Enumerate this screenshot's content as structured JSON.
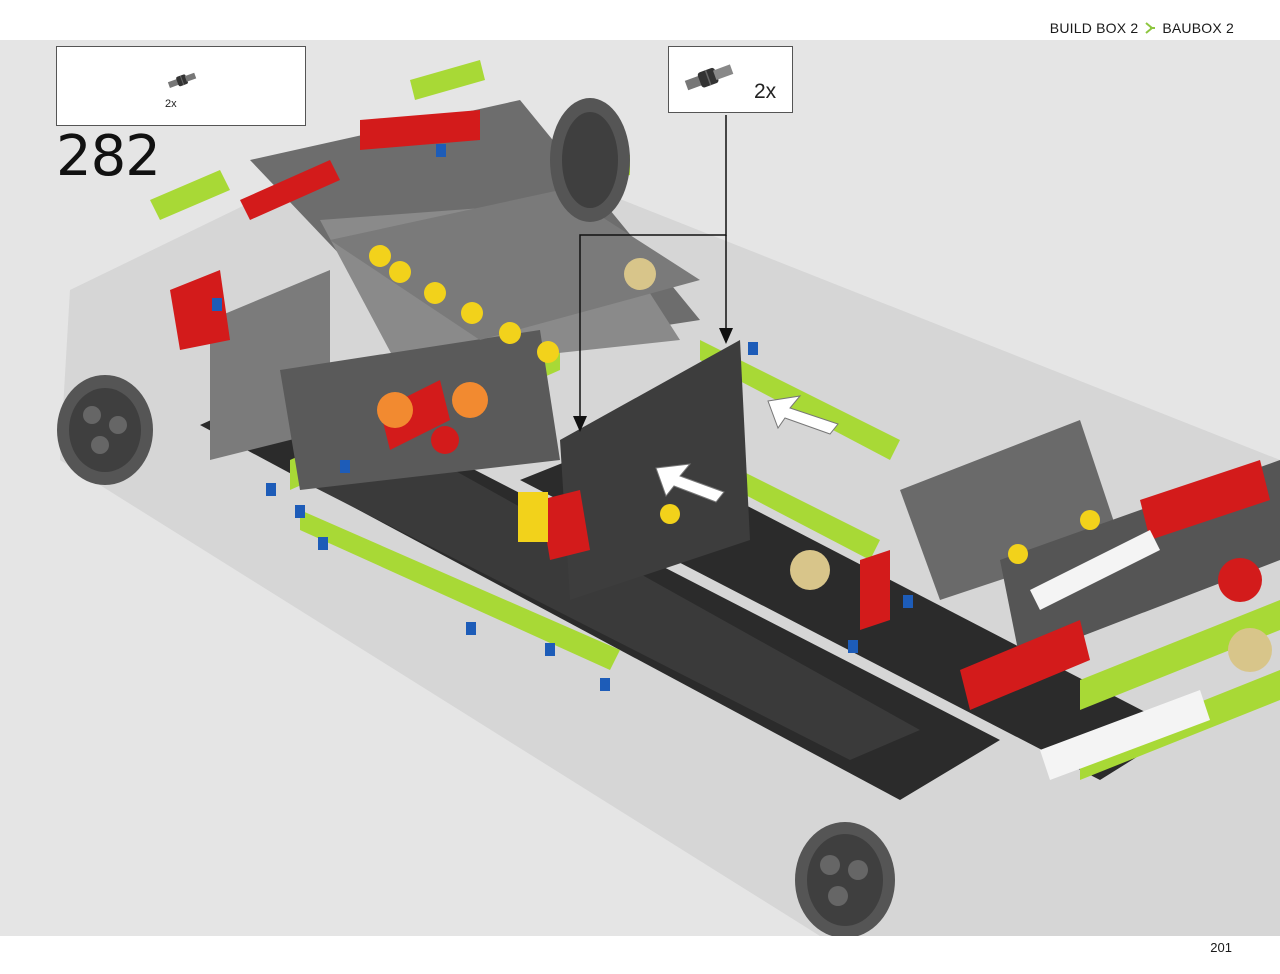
{
  "header": {
    "breadcrumb_primary": "BUILD BOX 2",
    "breadcrumb_secondary": "BAUBOX 2",
    "accent_color": "#8dc63f"
  },
  "callout_left": {
    "part_icon": "axle-connector-icon",
    "quantity": "2x"
  },
  "callout_right": {
    "part_icon": "axle-connector-icon",
    "quantity": "2x"
  },
  "step": {
    "number": "282"
  },
  "model": {
    "description_icon": "technic-chassis-model-icon",
    "colors": {
      "lime": "#a8d936",
      "red": "#d31b1b",
      "dark_gray": "#4a4a4a",
      "light_gray": "#9c9c9c",
      "black": "#222222",
      "yellow": "#f2d21b",
      "blue": "#1d5cb8",
      "orange": "#f28a30",
      "tan": "#d8c58a"
    }
  },
  "footer": {
    "page_number": "201"
  }
}
